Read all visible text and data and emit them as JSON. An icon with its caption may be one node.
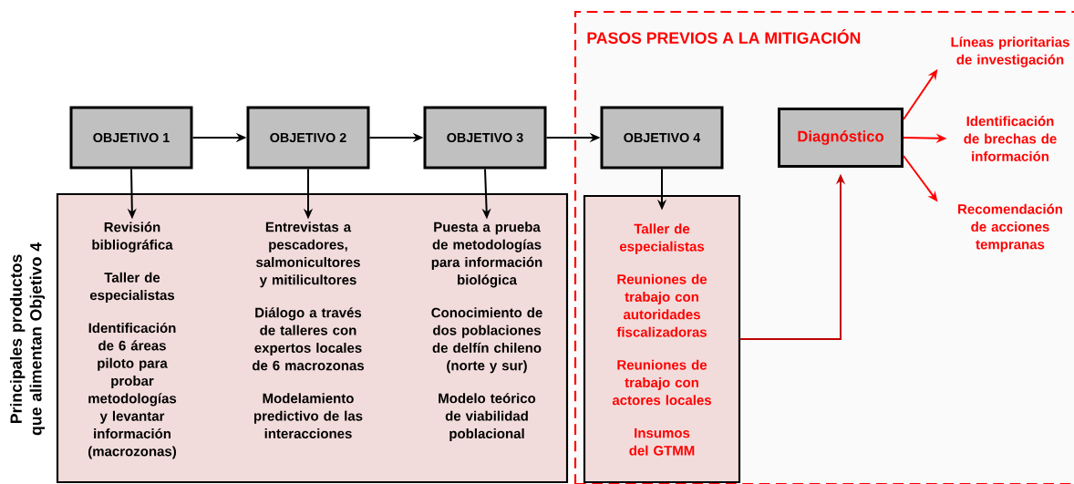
{
  "diagram": {
    "nodes": [
      {
        "text": [
          "PASOS PREVIOS A LA MITIGACIÓN"
        ]
      },
      {
        "text": [
          "OBJETIVO 1"
        ]
      },
      {
        "text": [
          "OBJETIVO 2"
        ]
      },
      {
        "text": [
          "OBJETIVO 3"
        ]
      },
      {
        "text": [
          "OBJETIVO 4"
        ],
        "in": 0
      },
      {
        "text": [
          "Diagnóstico"
        ],
        "in": 0
      },
      {
        "text": [],
        "shape": "box",
        "beside": [
          "Principales productos que alimentan Objetivo 4"
        ]
      },
      {
        "text": [
          "Revisión bibliográfica",
          "Taller de especialistas",
          "Identificación de 6 áreas piloto para probar metodologías y levantar información (macrozonas)"
        ],
        "in": 6
      },
      {
        "text": [
          "Entrevistas a pescadores, salmonicultores y mitilicultores",
          "Diálogo a través de talleres con expertos locales de 6 macrozonas",
          "Modelamiento predictivo de las interacciones"
        ],
        "in": 6
      },
      {
        "text": [
          "Puesta a prueba de metodologías para información biológica",
          "Conocimiento de dos poblaciones de delfín chileno (norte y sur)",
          "Modelo teórico de viabilidad poblacional"
        ],
        "in": 6
      },
      {
        "text": [
          "Taller de especialistas",
          "Reuniones de trabajo con autoridades fiscalizadoras",
          "Reuniones de trabajo con actores locales",
          "Insumos del GTMM"
        ],
        "in": 0
      },
      {
        "text": [
          "Líneas prioritarias de investigación"
        ],
        "in": 0
      },
      {
        "text": [
          "Identificación de brechas de información"
        ],
        "in": 0
      },
      {
        "text": [
          "Recomendación de acciones tempranas"
        ],
        "in": 0
      }
    ],
    "edges": [
      {
        "from": 1,
        "to": 2,
        "arrow": "to"
      },
      {
        "from": 2,
        "to": 3,
        "arrow": "to"
      },
      {
        "from": 3,
        "to": 4,
        "arrow": "to"
      },
      {
        "from": 1,
        "to": 7,
        "arrow": "to"
      },
      {
        "from": 2,
        "to": 8,
        "arrow": "to"
      },
      {
        "from": 3,
        "to": 9,
        "arrow": "to"
      },
      {
        "from": 4,
        "to": 10,
        "arrow": "to"
      },
      {
        "from": 10,
        "to": 5,
        "arrow": "to",
        "color": "#c00000"
      },
      {
        "from": 5,
        "to": 11,
        "arrow": "to",
        "color": "#ff0000"
      },
      {
        "from": 5,
        "to": 12,
        "arrow": "to",
        "color": "#ff0000"
      },
      {
        "from": 5,
        "to": 13,
        "arrow": "to",
        "color": "#ff0000"
      }
    ]
  }
}
